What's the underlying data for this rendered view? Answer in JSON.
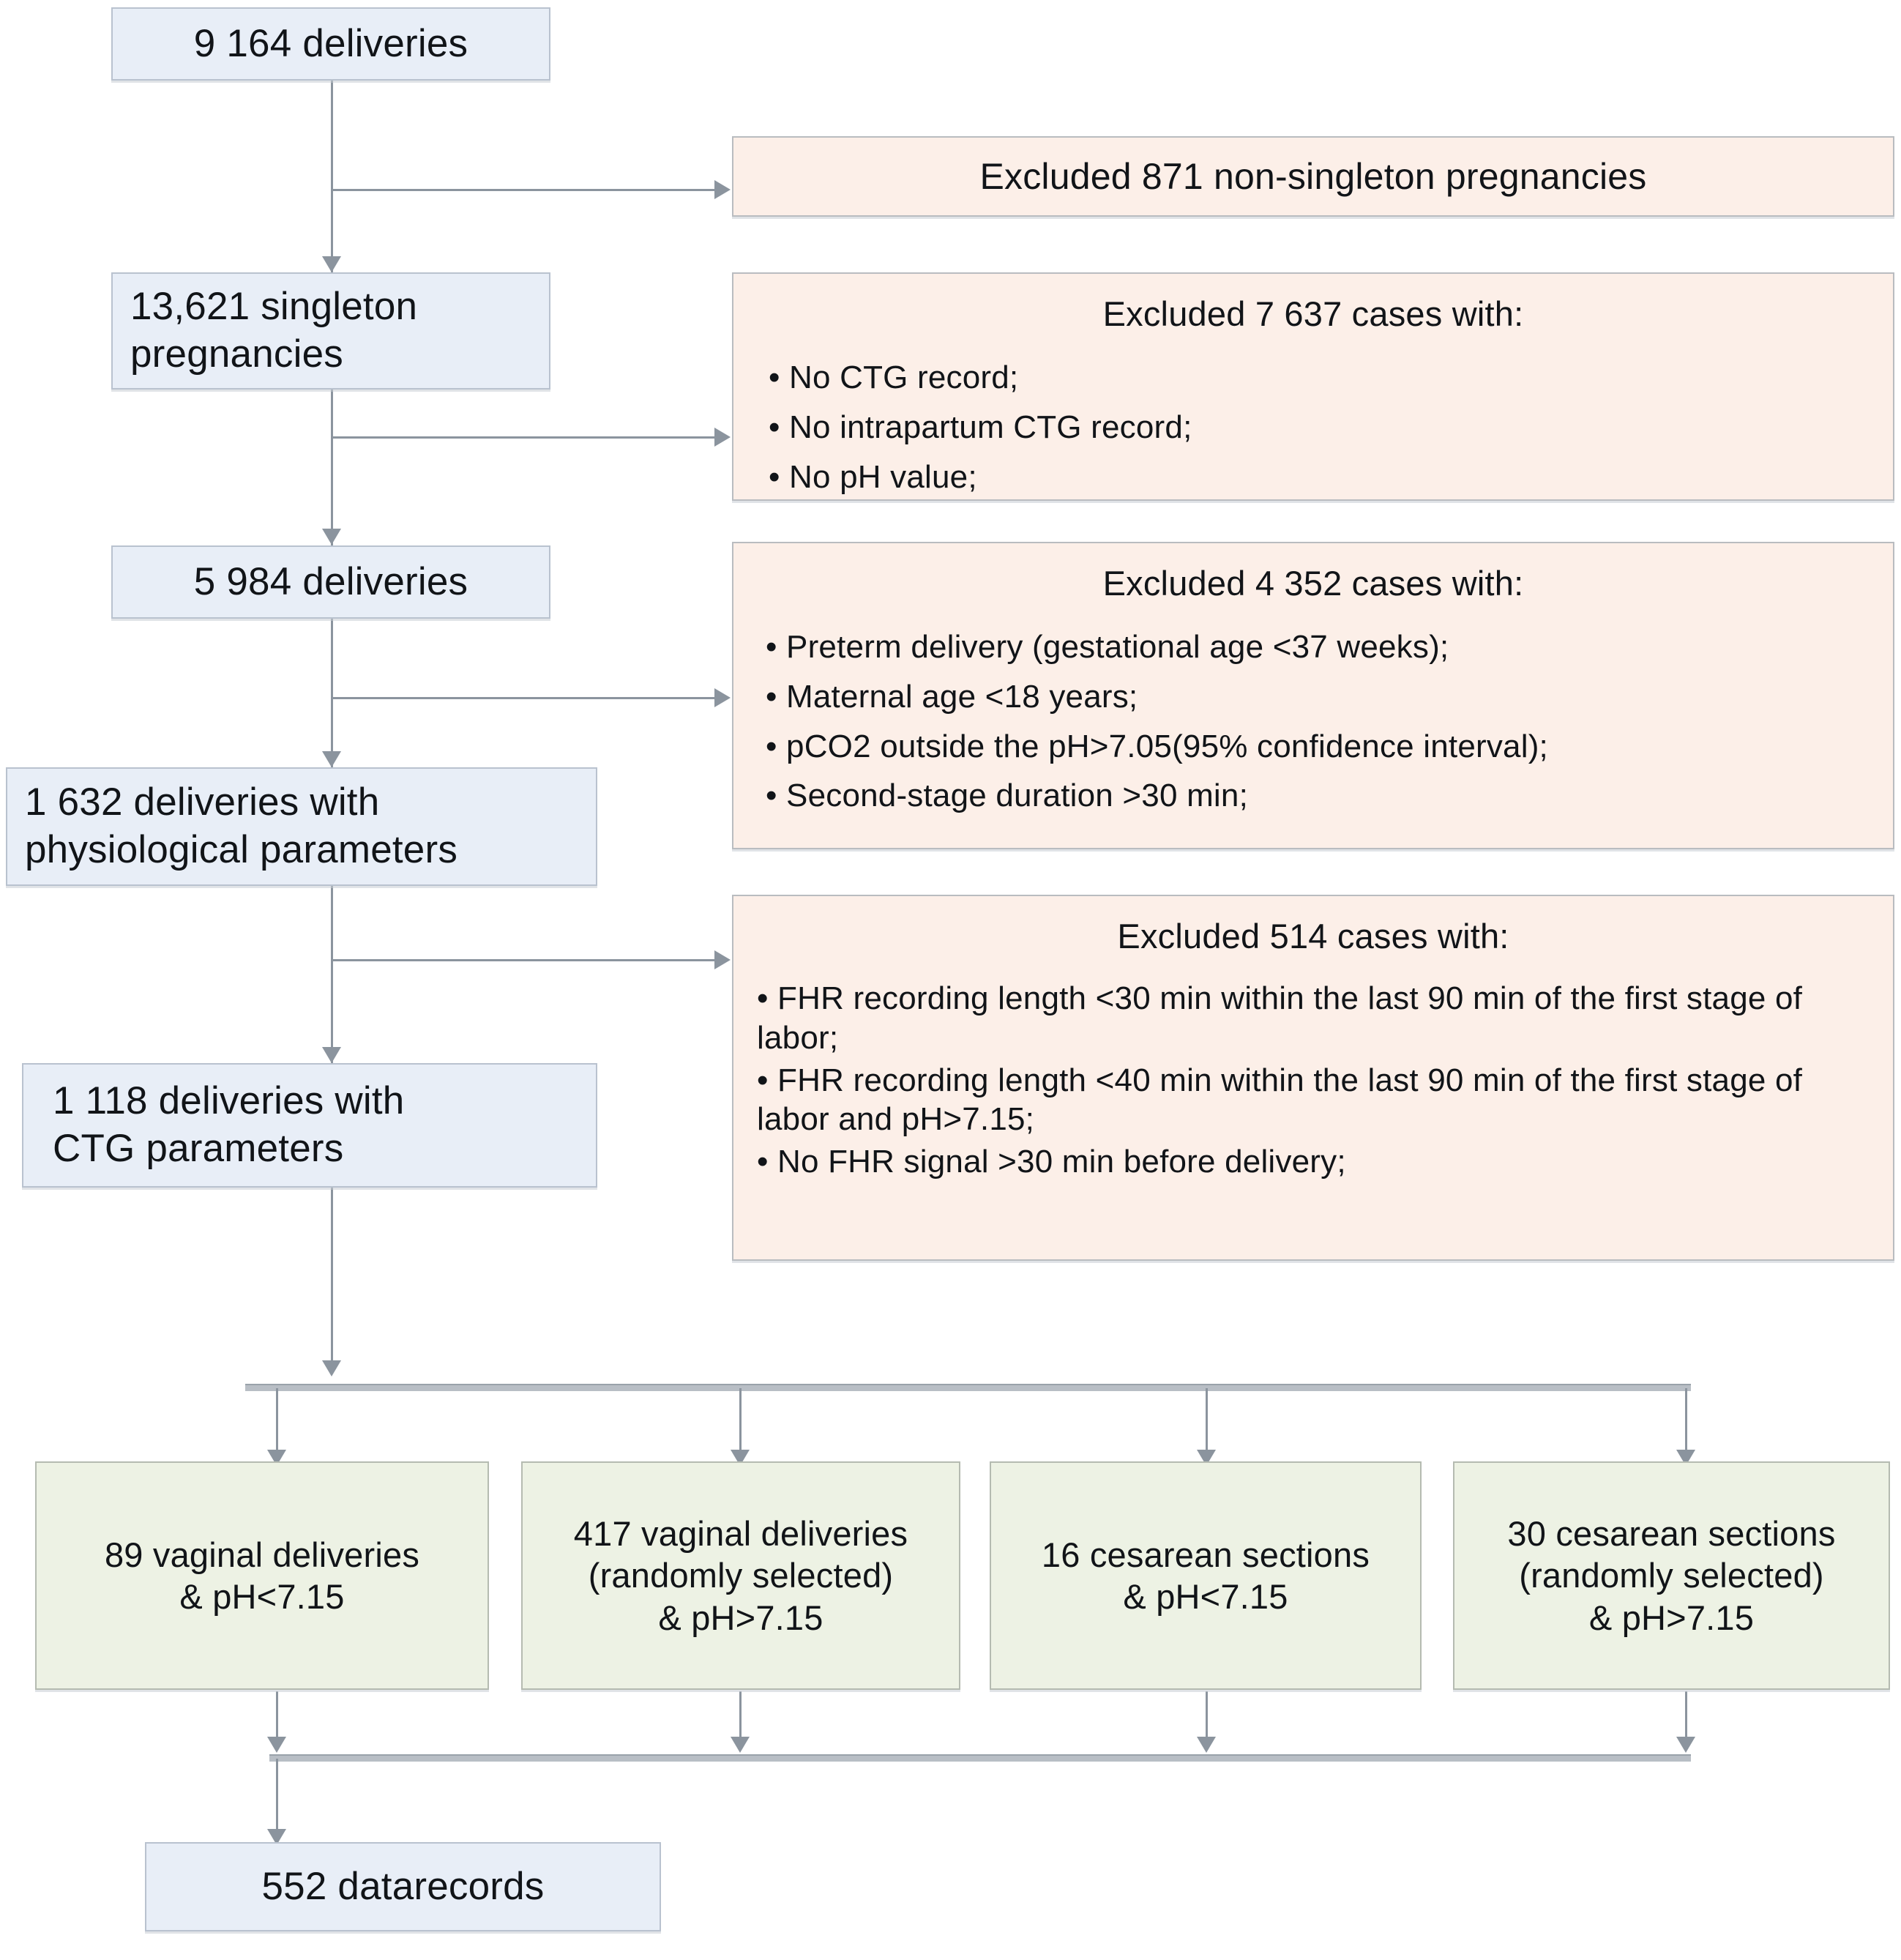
{
  "diagram": {
    "type": "flowchart",
    "title": "Study cohort selection flowchart",
    "colors": {
      "cohort_box_fill": "#e8eef7",
      "exclusion_box_fill": "#fcefe8",
      "group_box_fill": "#edf2e4",
      "connector": "#8b949e",
      "border": "#b7bcc3"
    },
    "cohort_nodes": [
      {
        "id": "n1",
        "text": "9 164 deliveries"
      },
      {
        "id": "n2",
        "line1": "13,621 singleton",
        "line2": "pregnancies"
      },
      {
        "id": "n3",
        "text": "5 984 deliveries"
      },
      {
        "id": "n4",
        "line1": "1 632 deliveries with",
        "line2": "physiological parameters"
      },
      {
        "id": "n5",
        "line1": "1 118 deliveries with",
        "line2": "CTG parameters"
      },
      {
        "id": "n6",
        "text": "552 datarecords"
      }
    ],
    "exclusion_nodes": [
      {
        "id": "e1",
        "header": "Excluded 871 non-singleton pregnancies",
        "bullets": []
      },
      {
        "id": "e2",
        "header": "Excluded 7 637 cases with:",
        "bullets": [
          "• No CTG record;",
          "• No intrapartum CTG record;",
          "• No pH value;"
        ]
      },
      {
        "id": "e3",
        "header": "Excluded 4 352 cases with:",
        "bullets": [
          "• Preterm delivery (gestational age <37 weeks);",
          "• Maternal age <18 years;",
          "• pCO2 outside the pH>7.05(95% confidence interval);",
          "• Second-stage duration >30 min;"
        ]
      },
      {
        "id": "e4",
        "header": "Excluded 514 cases with:",
        "bullets": [
          "• FHR recording length <30 min within the last 90 min of the first stage of labor;",
          "• FHR recording length <40 min within the last 90 min of the first stage of labor and pH>7.15;",
          "• No FHR signal >30 min before delivery;"
        ]
      }
    ],
    "group_nodes": [
      {
        "id": "g1",
        "line1": "89 vaginal deliveries",
        "line2": "& pH<7.15",
        "line3": ""
      },
      {
        "id": "g2",
        "line1": "417 vaginal deliveries",
        "line2": "(randomly selected)",
        "line3": "& pH>7.15"
      },
      {
        "id": "g3",
        "line1": "16 cesarean sections",
        "line2": "& pH<7.15",
        "line3": ""
      },
      {
        "id": "g4",
        "line1": "30 cesarean sections",
        "line2": "(randomly selected)",
        "line3": "& pH>7.15"
      }
    ]
  }
}
